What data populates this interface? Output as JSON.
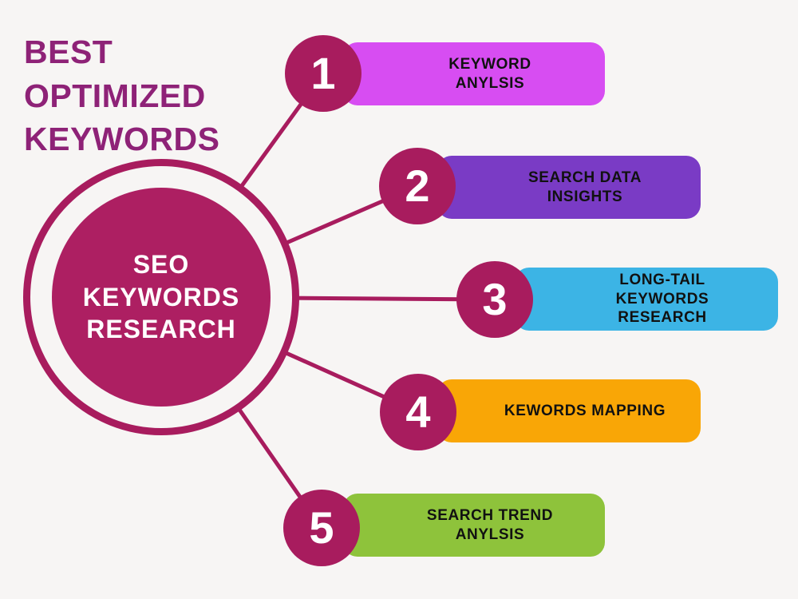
{
  "background_color": "#f7f5f4",
  "title": {
    "text": "BEST\nOPTIMIZED\nKEYWORDS",
    "color": "#8e2277"
  },
  "center": {
    "label": "SEO\nKEYWORDS\nRESEARCH",
    "disc_color": "#ad1f62",
    "ring_color": "#a81c5e",
    "text_color": "#ffffff"
  },
  "connector": {
    "color": "#a81c5e",
    "width": 5
  },
  "items": [
    {
      "number": "1",
      "label": "KEYWORD\nANYLSIS",
      "bar_color": "#d74df2",
      "circle_color": "#a81c5e"
    },
    {
      "number": "2",
      "label": "SEARCH DATA\nINSIGHTS",
      "bar_color": "#7a3bc5",
      "circle_color": "#a81c5e"
    },
    {
      "number": "3",
      "label": "LONG-TAIL\nKEYWORDS RESEARCH",
      "bar_color": "#3cb4e5",
      "circle_color": "#a81c5e"
    },
    {
      "number": "4",
      "label": "KEWORDS MAPPING",
      "bar_color": "#f9a606",
      "circle_color": "#a81c5e"
    },
    {
      "number": "5",
      "label": "SEARCH TREND\nANYLSIS",
      "bar_color": "#8ec33b",
      "circle_color": "#a81c5e"
    }
  ]
}
